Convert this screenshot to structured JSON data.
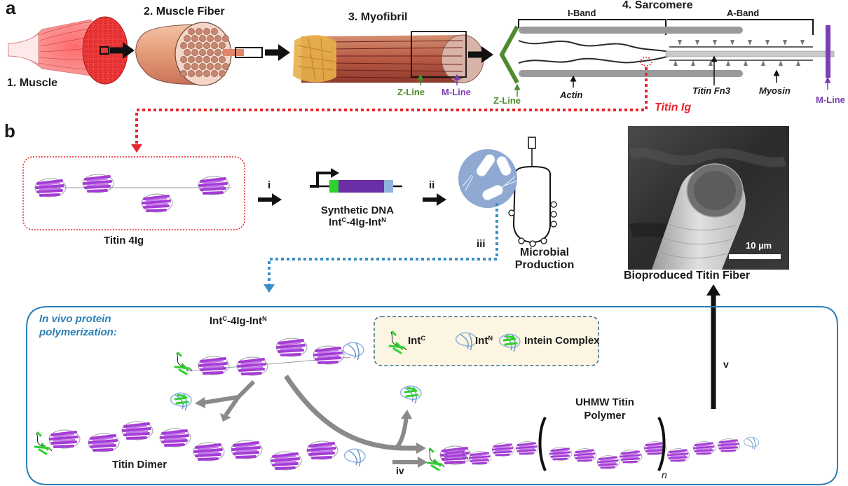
{
  "panel_a": {
    "letter": "a",
    "steps": [
      {
        "label": "1. Muscle"
      },
      {
        "label": "2. Muscle Fiber"
      },
      {
        "label": "3. Myofibril"
      },
      {
        "label": "4. Sarcomere"
      }
    ],
    "myofibril_markers": {
      "z_line": "Z-Line",
      "m_line": "M-Line"
    },
    "sarcomere": {
      "i_band": "I-Band",
      "a_band": "A-Band",
      "z_line": "Z-Line",
      "actin": "Actin",
      "titin_fn3": "Titin Fn3",
      "myosin": "Myosin",
      "m_line": "M-Line",
      "titin_ig": "Titin Ig"
    }
  },
  "panel_b": {
    "letter": "b",
    "titin_4ig": "Titin 4Ig",
    "step_i": "i",
    "step_ii": "ii",
    "step_iii": "iii",
    "step_iv": "iv",
    "step_v": "v",
    "dna": {
      "line1": "Synthetic DNA",
      "int_prefix": "Int",
      "int_c": "C",
      "middle": "-4Ig-Int",
      "int_n": "N"
    },
    "microbial": {
      "line1": "Microbial",
      "line2": "Production"
    },
    "fiber": {
      "label": "Bioproduced Titin Fiber",
      "scale_bar": "10 µm"
    },
    "polymerization": {
      "title_line1": "In vivo protein",
      "title_line2": "polymerization:",
      "construct": {
        "prefix": "Int",
        "c": "C",
        "middle": "-4Ig-Int",
        "n": "N"
      },
      "dimer": "Titin Dimer",
      "polymer_line1": "UHMW Titin",
      "polymer_line2": "Polymer",
      "subscript_n": "n",
      "legend": {
        "int_c": {
          "base": "Int",
          "sup": "C"
        },
        "int_n": {
          "base": "Int",
          "sup": "N"
        },
        "complex": "Intein Complex"
      }
    }
  },
  "colors": {
    "titin_ig_red": "#e8262b",
    "z_line_green": "#4e8a2e",
    "m_line_purple": "#7b3fb0",
    "ig_domain_purple": "#a53cd6",
    "int_c_green": "#2fd12f",
    "int_n_blue": "#8fb3dc",
    "panel_blue": "#2a7fb4",
    "legend_bg": "#fbf5e1"
  }
}
